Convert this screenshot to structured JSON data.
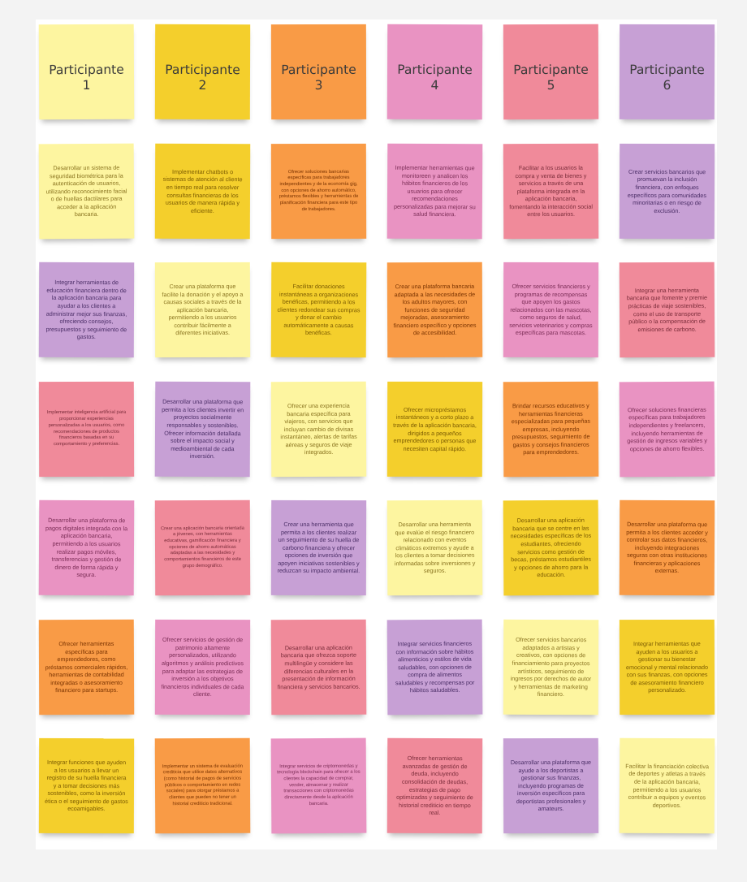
{
  "colors": {
    "ly": "#fdf5a0",
    "y": "#f4cf2c",
    "o": "#f99b46",
    "p": "#e993c2",
    "s": "#f08a9a",
    "v": "#c7a0d5"
  },
  "headers": [
    {
      "label": "Participante 1",
      "color": "ly"
    },
    {
      "label": "Participante 2",
      "color": "y"
    },
    {
      "label": "Participante 3",
      "color": "o"
    },
    {
      "label": "Participante 4",
      "color": "p"
    },
    {
      "label": "Participante 5",
      "color": "s"
    },
    {
      "label": "Participante 6",
      "color": "v"
    }
  ],
  "notes": [
    [
      {
        "text": "Desarrollar un sistema de seguridad biométrica para la autenticación de usuarios, utilizando reconocimiento facial o de huellas dactilares para acceder a la aplicación bancaria.",
        "color": "ly",
        "size": "7.2"
      },
      {
        "text": "Implementar chatbots o sistemas de atención al cliente en tiempo real para resolver consultas financieras de los usuarios de manera rápida y eficiente.",
        "color": "y",
        "size": "7.2"
      },
      {
        "text": "Ofrecer soluciones bancarias específicas para trabajadores independientes y de la economía gig, con opciones de ahorro automático, préstamos flexibles y herramientas de planificación financiera para este tipo de trabajadores.",
        "color": "o",
        "size": "5.8"
      },
      {
        "text": "Implementar herramientas que monitoreen y analicen los hábitos financieros de los usuarios para ofrecer recomendaciones personalizadas para mejorar su salud financiera.",
        "color": "p",
        "size": "7.2"
      },
      {
        "text": "Facilitar a los usuarios la compra y venta de bienes y servicios a través de una plataforma integrada en la aplicación bancaria, fomentando la interacción social entre los usuarios.",
        "color": "s",
        "size": "7.2"
      },
      {
        "text": "Crear servicios bancarios que promuevan la inclusión financiera, con enfoques específicos para comunidades minoritarias o en riesgo de exclusión.",
        "color": "v",
        "size": "7.2"
      }
    ],
    [
      {
        "text": "Integrar herramientas de educación financiera dentro de la aplicación bancaria para ayudar a los clientes a administrar mejor sus finanzas, ofreciendo consejos, presupuestos y seguimiento de gastos.",
        "color": "v",
        "size": "7.2"
      },
      {
        "text": "Crear una plataforma que facilite la donación y el apoyo a causas sociales a través de la aplicación bancaria, permitiendo a los usuarios contribuir fácilmente a diferentes iniciativas.",
        "color": "ly",
        "size": "7.2"
      },
      {
        "text": "Facilitar donaciones instantáneas a organizaciones benéficas, permitiendo a los clientes redondear sus compras y donar el cambio automáticamente a causas benéficas.",
        "color": "y",
        "size": "7.2"
      },
      {
        "text": "Crear una plataforma bancaria adaptada a las necesidades de los adultos mayores, con funciones de seguridad mejoradas, asesoramiento financiero específico y opciones de accesibilidad.",
        "color": "o",
        "size": "7.2"
      },
      {
        "text": "Ofrecer servicios financieros y programas de recompensas que apoyen los gastos relacionados con las mascotas, como seguros de salud, servicios veterinarios y compras específicas para mascotas.",
        "color": "p",
        "size": "7.2"
      },
      {
        "text": "Integrar una herramienta bancaria que fomente y premie prácticas de viaje sostenibles, como el uso de transporte público o la compensación de emisiones de carbono.",
        "color": "s",
        "size": "7.2"
      }
    ],
    [
      {
        "text": "Implementar inteligencia artificial para proporcionar experiencias personalizadas a los usuarios, como recomendaciones de productos financieros basadas en su comportamiento y preferencias.",
        "color": "s",
        "size": "5.8"
      },
      {
        "text": "Desarrollar una plataforma que permita a los clientes invertir en proyectos socialmente responsables y sostenibles. Ofrecer información detallada sobre el impacto social y medioambiental de cada inversión.",
        "color": "v",
        "size": "7.2"
      },
      {
        "text": "Ofrecer una experiencia bancaria específica para viajeros, con servicios que incluyan cambio de divisas instantáneo, alertas de tarifas aéreas y seguros de viaje integrados.",
        "color": "ly",
        "size": "7.2"
      },
      {
        "text": "Ofrecer micropréstamos instantáneos y a corto plazo a través de la aplicación bancaria, dirigidos a pequeños emprendedores o personas que necesiten capital rápido.",
        "color": "y",
        "size": "7.2"
      },
      {
        "text": "Brindar recursos educativos y herramientas financieras especializadas para pequeñas empresas, incluyendo presupuestos, seguimiento de gastos y consejos financieros para emprendedores.",
        "color": "o",
        "size": "7.2"
      },
      {
        "text": "Ofrecer soluciones financieras específicas para trabajadores independientes y freelancers, incluyendo herramientas de gestión de ingresos variables y opciones de ahorro flexibles.",
        "color": "p",
        "size": "7.2"
      }
    ],
    [
      {
        "text": "Desarrollar una plataforma de pagos digitales integrada con la aplicación bancaria, permitiendo a los usuarios realizar pagos móviles, transferencias y gestión de dinero de forma rápida y segura.",
        "color": "p",
        "size": "7.2"
      },
      {
        "text": "Crear una aplicación bancaria orientada a jóvenes, con herramientas educativas, gamificación financiera y opciones de ahorro automáticas adaptadas a las necesidades y comportamientos financieros de este grupo demográfico.",
        "color": "s",
        "size": "5.8"
      },
      {
        "text": "Crear una herramienta que permita a los clientes realizar un seguimiento de su huella de carbono financiera y ofrecer opciones de inversión que apoyen iniciativas sostenibles y reduzcan su impacto ambiental.",
        "color": "v",
        "size": "7.2"
      },
      {
        "text": "Desarrollar una herramienta que evalúe el riesgo financiero relacionado con eventos climáticos extremos y ayude a los clientes a tomar decisiones informadas sobre inversiones y seguros.",
        "color": "ly",
        "size": "7.2"
      },
      {
        "text": "Desarrollar una aplicación bancaria que se centre en las necesidades específicas de los estudiantes, ofreciendo servicios como gestión de becas, préstamos estudiantiles y opciones de ahorro para la educación.",
        "color": "y",
        "size": "7.2"
      },
      {
        "text": "Desarrollar una plataforma que permita a los clientes acceder y controlar sus datos financieros, incluyendo integraciones seguras con otras instituciones financieras y aplicaciones externas.",
        "color": "o",
        "size": "7.2"
      }
    ],
    [
      {
        "text": "Ofrecer herramientas específicas para emprendedores, como préstamos comerciales rápidos, herramientas de contabilidad integradas o asesoramiento financiero para startups.",
        "color": "o",
        "size": "7.2"
      },
      {
        "text": "Ofrecer servicios de gestión de patrimonio altamente personalizados, utilizando algoritmos y análisis predictivos para adaptar las estrategias de inversión a los objetivos financieros individuales de cada cliente.",
        "color": "p",
        "size": "7.2"
      },
      {
        "text": "Desarrollar una aplicación bancaria que ofrezca soporte multilingüe y considere las diferencias culturales en la presentación de información financiera y servicios bancarios.",
        "color": "s",
        "size": "7.2"
      },
      {
        "text": "Integrar servicios financieros con información sobre hábitos alimenticios y estilos de vida saludables, con opciones de compra de alimentos saludables y recompensas por hábitos saludables.",
        "color": "v",
        "size": "7.2"
      },
      {
        "text": "Ofrecer servicios bancarios adaptados a artistas y creativos, con opciones de financiamiento para proyectos artísticos, seguimiento de ingresos por derechos de autor y herramientas de marketing financiero.",
        "color": "ly",
        "size": "7.2"
      },
      {
        "text": "Integrar herramientas que ayuden a los usuarios a gestionar su bienestar emocional y mental relacionado con sus finanzas, con opciones de asesoramiento financiero personalizado.",
        "color": "y",
        "size": "7.2"
      }
    ],
    [
      {
        "text": "Integrar funciones que ayuden a los usuarios a llevar un registro de su huella financiera y a tomar decisiones más sostenibles, como la inversión ética o el seguimiento de gastos ecoamigables.",
        "color": "y",
        "size": "7.2"
      },
      {
        "text": "Implementar un sistema de evaluación crediticia que utilice datos alternativos (como historial de pagos de servicios públicos o comportamiento en redes sociales) para otorgar préstamos a clientes que pueden no tener un historial crediticio tradicional.",
        "color": "o",
        "size": "5.8"
      },
      {
        "text": "Integrar servicios de criptomonedas y tecnología blockchain para ofrecer a los clientes la capacidad de comprar, vender, almacenar y realizar transacciones con criptomonedas directamente desde la aplicación bancaria.",
        "color": "p",
        "size": "5.8"
      },
      {
        "text": "Ofrecer herramientas avanzadas de gestión de deuda, incluyendo consolidación de deudas, estrategias de pago optimizadas y seguimiento de historial crediticio en tiempo real.",
        "color": "s",
        "size": "7.2"
      },
      {
        "text": "Desarrollar una plataforma que ayude a los deportistas a gestionar sus finanzas, incluyendo programas de inversión específicos para deportistas profesionales y amateurs.",
        "color": "v",
        "size": "7.2"
      },
      {
        "text": "Facilitar la financiación colectiva de deportes y atletas a través de la aplicación bancaria, permitiendo a los usuarios contribuir a equipos y eventos deportivos.",
        "color": "ly",
        "size": "7.2"
      }
    ]
  ]
}
